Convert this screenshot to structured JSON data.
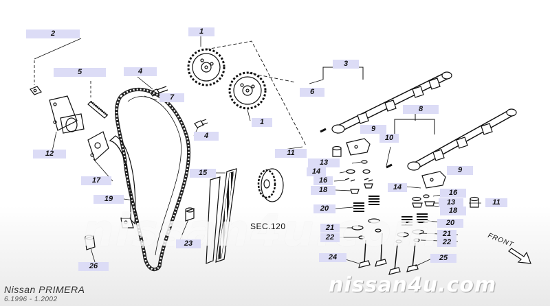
{
  "callouts": [
    {
      "id": "c1a",
      "text": "1"
    },
    {
      "id": "c1b",
      "text": "1"
    },
    {
      "id": "c2",
      "text": "2"
    },
    {
      "id": "c3",
      "text": "3"
    },
    {
      "id": "c4a",
      "text": "4"
    },
    {
      "id": "c4b",
      "text": "4"
    },
    {
      "id": "c5",
      "text": "5"
    },
    {
      "id": "c6",
      "text": "6"
    },
    {
      "id": "c7",
      "text": "7"
    },
    {
      "id": "c8",
      "text": "8"
    },
    {
      "id": "c9a",
      "text": "9"
    },
    {
      "id": "c9b",
      "text": "9"
    },
    {
      "id": "c10",
      "text": "10"
    },
    {
      "id": "c11a",
      "text": "11"
    },
    {
      "id": "c11b",
      "text": "11"
    },
    {
      "id": "c12",
      "text": "12"
    },
    {
      "id": "c13a",
      "text": "13"
    },
    {
      "id": "c13b",
      "text": "13"
    },
    {
      "id": "c14a",
      "text": "14"
    },
    {
      "id": "c14b",
      "text": "14"
    },
    {
      "id": "c15",
      "text": "15"
    },
    {
      "id": "c16a",
      "text": "16"
    },
    {
      "id": "c16b",
      "text": "16"
    },
    {
      "id": "c17",
      "text": "17"
    },
    {
      "id": "c18a",
      "text": "18"
    },
    {
      "id": "c18b",
      "text": "18"
    },
    {
      "id": "c19",
      "text": "19"
    },
    {
      "id": "c20a",
      "text": "20"
    },
    {
      "id": "c20b",
      "text": "20"
    },
    {
      "id": "c21a",
      "text": "21"
    },
    {
      "id": "c21b",
      "text": "21"
    },
    {
      "id": "c22a",
      "text": "22"
    },
    {
      "id": "c22b",
      "text": "22"
    },
    {
      "id": "c23",
      "text": "23"
    },
    {
      "id": "c24",
      "text": "24"
    },
    {
      "id": "c25",
      "text": "25"
    },
    {
      "id": "c26",
      "text": "26"
    }
  ],
  "section_ref": "SEC.120",
  "front_label": "FRONT",
  "watermark_center": "nissan4u.com",
  "watermark_bottom": "nissan4u.com",
  "model_name": "Nissan PRIMERA",
  "date_range": "6.1996 - 1.2002",
  "colors": {
    "label_bg": "#dcdcf6",
    "line": "#111111",
    "watermark": "#ffffff"
  }
}
